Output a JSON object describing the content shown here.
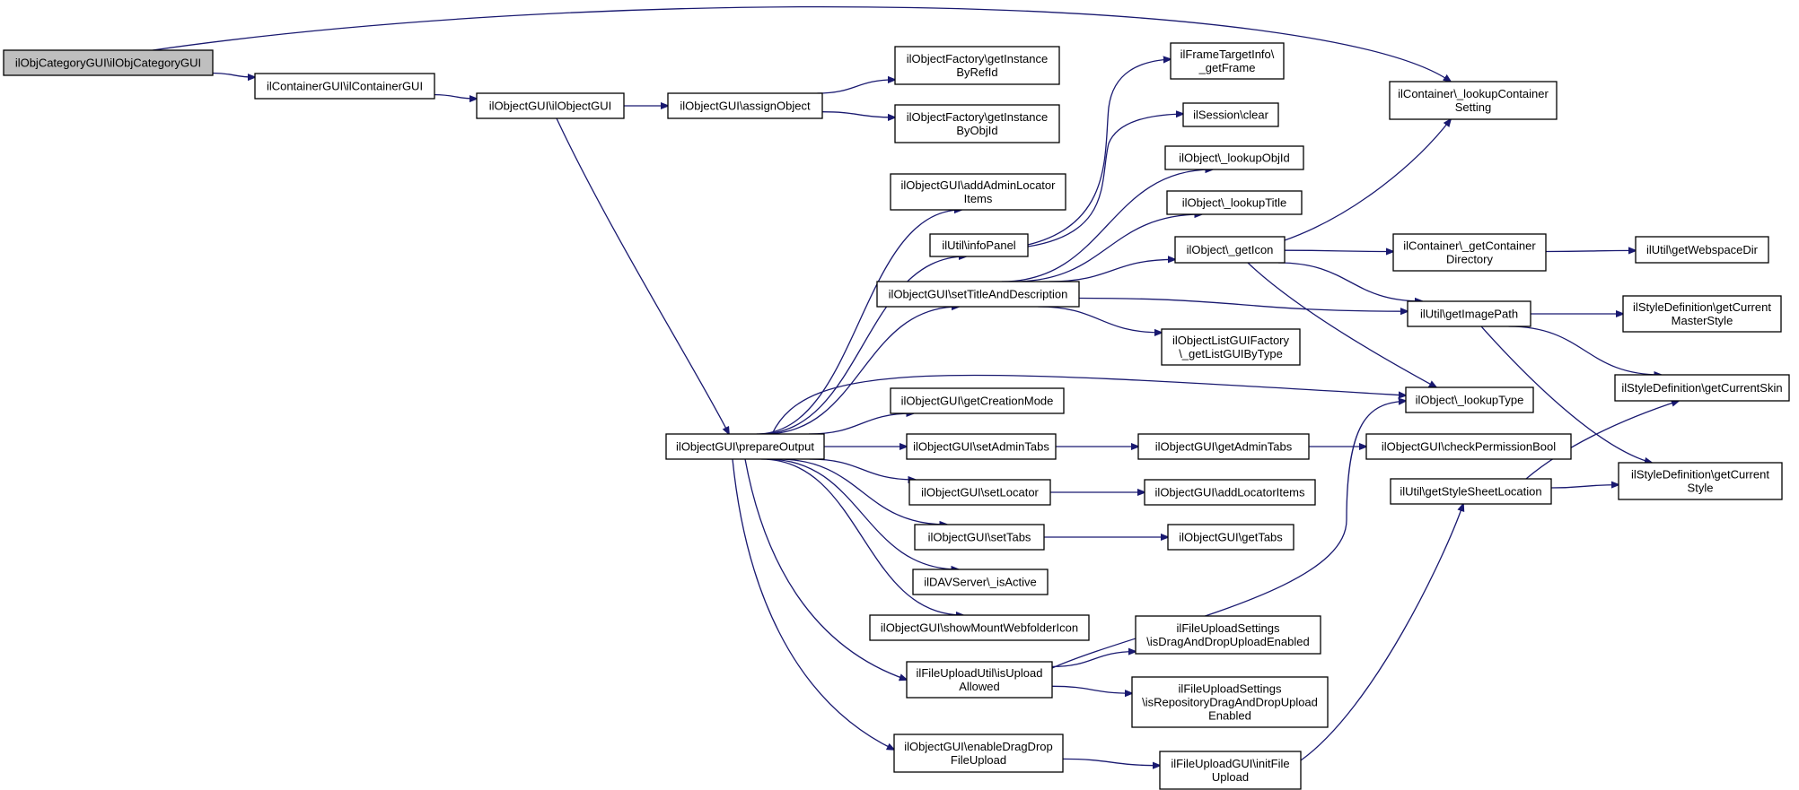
{
  "diagram": {
    "type": "call-graph",
    "colors": {
      "edge": "#191970",
      "root_fill": "#bfbfbf",
      "node_fill": "#ffffff",
      "border": "#000000"
    },
    "nodes": [
      {
        "id": "objcat",
        "lines": [
          "ilObjCategoryGUI\\ilObjCategoryGUI"
        ],
        "root": true
      },
      {
        "id": "contgui",
        "lines": [
          "ilContainerGUI\\ilContainerGUI"
        ]
      },
      {
        "id": "objgui",
        "lines": [
          "ilObjectGUI\\ilObjectGUI"
        ]
      },
      {
        "id": "assign",
        "lines": [
          "ilObjectGUI\\assignObject"
        ]
      },
      {
        "id": "factref",
        "lines": [
          "ilObjectFactory\\getInstance",
          "ByRefId"
        ]
      },
      {
        "id": "factobj",
        "lines": [
          "ilObjectFactory\\getInstance",
          "ByObjId"
        ]
      },
      {
        "id": "frame",
        "lines": [
          "ilFrameTargetInfo\\",
          "_getFrame"
        ]
      },
      {
        "id": "session",
        "lines": [
          "ilSession\\clear"
        ]
      },
      {
        "id": "lookobj",
        "lines": [
          "ilObject\\_lookupObjId"
        ]
      },
      {
        "id": "looktit",
        "lines": [
          "ilObject\\_lookupTitle"
        ]
      },
      {
        "id": "contset",
        "lines": [
          "ilContainer\\_lookupContainer",
          "Setting"
        ]
      },
      {
        "id": "adminloc",
        "lines": [
          "ilObjectGUI\\addAdminLocator",
          "Items"
        ]
      },
      {
        "id": "infopan",
        "lines": [
          "ilUtil\\infoPanel"
        ]
      },
      {
        "id": "geticon",
        "lines": [
          "ilObject\\_getIcon"
        ]
      },
      {
        "id": "contdir",
        "lines": [
          "ilContainer\\_getContainer",
          "Directory"
        ]
      },
      {
        "id": "webdir",
        "lines": [
          "ilUtil\\getWebspaceDir"
        ]
      },
      {
        "id": "settitle",
        "lines": [
          "ilObjectGUI\\setTitleAndDescription"
        ]
      },
      {
        "id": "imgpath",
        "lines": [
          "ilUtil\\getImagePath"
        ]
      },
      {
        "id": "master",
        "lines": [
          "ilStyleDefinition\\getCurrent",
          "MasterStyle"
        ]
      },
      {
        "id": "listgui",
        "lines": [
          "ilObjectListGUIFactory",
          "\\_getListGUIByType"
        ]
      },
      {
        "id": "skin",
        "lines": [
          "ilStyleDefinition\\getCurrentSkin"
        ]
      },
      {
        "id": "looktype",
        "lines": [
          "ilObject\\_lookupType"
        ]
      },
      {
        "id": "creation",
        "lines": [
          "ilObjectGUI\\getCreationMode"
        ]
      },
      {
        "id": "prepare",
        "lines": [
          "ilObjectGUI\\prepareOutput"
        ]
      },
      {
        "id": "setadmin",
        "lines": [
          "ilObjectGUI\\setAdminTabs"
        ]
      },
      {
        "id": "getadmin",
        "lines": [
          "ilObjectGUI\\getAdminTabs"
        ]
      },
      {
        "id": "checkperm",
        "lines": [
          "ilObjectGUI\\checkPermissionBool"
        ]
      },
      {
        "id": "curstyle",
        "lines": [
          "ilStyleDefinition\\getCurrent",
          "Style"
        ]
      },
      {
        "id": "setloc",
        "lines": [
          "ilObjectGUI\\setLocator"
        ]
      },
      {
        "id": "addloc",
        "lines": [
          "ilObjectGUI\\addLocatorItems"
        ]
      },
      {
        "id": "stylesh",
        "lines": [
          "ilUtil\\getStyleSheetLocation"
        ]
      },
      {
        "id": "settabs",
        "lines": [
          "ilObjectGUI\\setTabs"
        ]
      },
      {
        "id": "gettabs",
        "lines": [
          "ilObjectGUI\\getTabs"
        ]
      },
      {
        "id": "dav",
        "lines": [
          "ilDAVServer\\_isActive"
        ]
      },
      {
        "id": "mount",
        "lines": [
          "ilObjectGUI\\showMountWebfolderIcon"
        ]
      },
      {
        "id": "dragdrop",
        "lines": [
          "ilFileUploadSettings",
          "\\isDragAndDropUploadEnabled"
        ]
      },
      {
        "id": "uplallow",
        "lines": [
          "ilFileUploadUtil\\isUpload",
          "Allowed"
        ]
      },
      {
        "id": "repodrag",
        "lines": [
          "ilFileUploadSettings",
          "\\isRepositoryDragAndDropUpload",
          "Enabled"
        ]
      },
      {
        "id": "enabdrag",
        "lines": [
          "ilObjectGUI\\enableDragDrop",
          "FileUpload"
        ]
      },
      {
        "id": "initfile",
        "lines": [
          "ilFileUploadGUI\\initFile",
          "Upload"
        ]
      }
    ],
    "edges": [
      [
        "objcat",
        "contgui"
      ],
      [
        "objcat",
        "contset"
      ],
      [
        "contgui",
        "objgui"
      ],
      [
        "objgui",
        "assign"
      ],
      [
        "objgui",
        "prepare"
      ],
      [
        "assign",
        "factref"
      ],
      [
        "assign",
        "factobj"
      ],
      [
        "prepare",
        "adminloc"
      ],
      [
        "prepare",
        "infopan"
      ],
      [
        "prepare",
        "settitle"
      ],
      [
        "prepare",
        "looktype"
      ],
      [
        "prepare",
        "creation"
      ],
      [
        "prepare",
        "setadmin"
      ],
      [
        "prepare",
        "setloc"
      ],
      [
        "prepare",
        "settabs"
      ],
      [
        "prepare",
        "dav"
      ],
      [
        "prepare",
        "mount"
      ],
      [
        "prepare",
        "uplallow"
      ],
      [
        "prepare",
        "enabdrag"
      ],
      [
        "infopan",
        "frame"
      ],
      [
        "infopan",
        "session"
      ],
      [
        "settitle",
        "lookobj"
      ],
      [
        "settitle",
        "looktit"
      ],
      [
        "settitle",
        "geticon"
      ],
      [
        "settitle",
        "imgpath"
      ],
      [
        "settitle",
        "listgui"
      ],
      [
        "geticon",
        "contset"
      ],
      [
        "geticon",
        "contdir"
      ],
      [
        "geticon",
        "imgpath"
      ],
      [
        "geticon",
        "looktype"
      ],
      [
        "contdir",
        "webdir"
      ],
      [
        "imgpath",
        "master"
      ],
      [
        "imgpath",
        "skin"
      ],
      [
        "imgpath",
        "curstyle"
      ],
      [
        "setadmin",
        "getadmin"
      ],
      [
        "getadmin",
        "checkperm"
      ],
      [
        "setloc",
        "addloc"
      ],
      [
        "settabs",
        "gettabs"
      ],
      [
        "stylesh",
        "skin"
      ],
      [
        "stylesh",
        "curstyle"
      ],
      [
        "uplallow",
        "looktype"
      ],
      [
        "uplallow",
        "dragdrop"
      ],
      [
        "uplallow",
        "repodrag"
      ],
      [
        "enabdrag",
        "initfile"
      ],
      [
        "initfile",
        "stylesh"
      ]
    ]
  }
}
